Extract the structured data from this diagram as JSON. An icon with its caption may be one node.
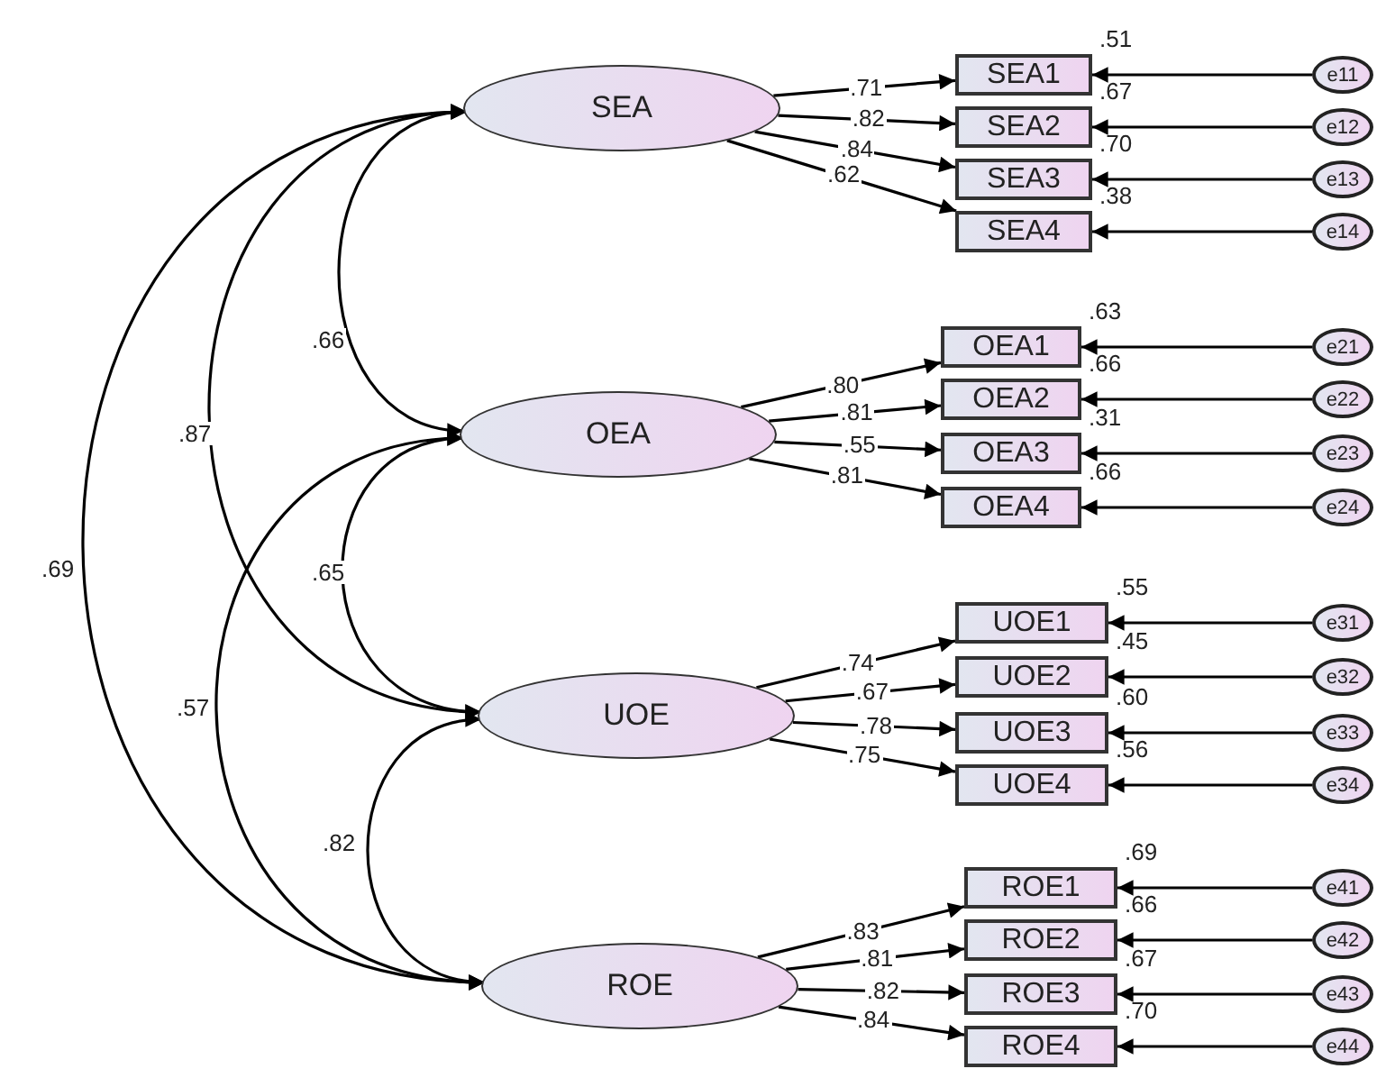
{
  "diagram": {
    "nodes": [
      {
        "text": [
          "SEA"
        ]
      },
      {
        "text": [
          "SEA1"
        ],
        "beside": [
          ".51"
        ]
      },
      {
        "text": [
          "SEA2"
        ],
        "beside": [
          ".67"
        ]
      },
      {
        "text": [
          "SEA3"
        ],
        "beside": [
          ".70"
        ]
      },
      {
        "text": [
          "SEA4"
        ],
        "beside": [
          ".38"
        ]
      },
      {
        "text": [
          "e11"
        ]
      },
      {
        "text": [
          "e12"
        ]
      },
      {
        "text": [
          "e13"
        ]
      },
      {
        "text": [
          "e14"
        ]
      },
      {
        "text": [
          "OEA"
        ]
      },
      {
        "text": [
          "OEA1"
        ],
        "beside": [
          ".63"
        ]
      },
      {
        "text": [
          "OEA2"
        ],
        "beside": [
          ".66"
        ]
      },
      {
        "text": [
          "OEA3"
        ],
        "beside": [
          ".31"
        ]
      },
      {
        "text": [
          "OEA4"
        ],
        "beside": [
          ".66"
        ]
      },
      {
        "text": [
          "e21"
        ]
      },
      {
        "text": [
          "e22"
        ]
      },
      {
        "text": [
          "e23"
        ]
      },
      {
        "text": [
          "e24"
        ]
      },
      {
        "text": [
          "UOE"
        ]
      },
      {
        "text": [
          "UOE1"
        ],
        "beside": [
          ".55"
        ]
      },
      {
        "text": [
          "UOE2"
        ],
        "beside": [
          ".45"
        ]
      },
      {
        "text": [
          "UOE3"
        ],
        "beside": [
          ".60"
        ]
      },
      {
        "text": [
          "UOE4"
        ],
        "beside": [
          ".56"
        ]
      },
      {
        "text": [
          "e31"
        ]
      },
      {
        "text": [
          "e32"
        ]
      },
      {
        "text": [
          "e33"
        ]
      },
      {
        "text": [
          "e34"
        ]
      },
      {
        "text": [
          "ROE"
        ]
      },
      {
        "text": [
          "ROE1"
        ],
        "beside": [
          ".69"
        ]
      },
      {
        "text": [
          "ROE2"
        ],
        "beside": [
          ".66"
        ]
      },
      {
        "text": [
          "ROE3"
        ],
        "beside": [
          ".67"
        ]
      },
      {
        "text": [
          "ROE4"
        ],
        "beside": [
          ".70"
        ]
      },
      {
        "text": [
          "e41"
        ]
      },
      {
        "text": [
          "e42"
        ]
      },
      {
        "text": [
          "e43"
        ]
      },
      {
        "text": [
          "e44"
        ]
      }
    ],
    "edges": [
      {
        "from": 0,
        "to": 1,
        "arrow": "to",
        "label": ".71"
      },
      {
        "from": 0,
        "to": 2,
        "arrow": "to",
        "label": ".82"
      },
      {
        "from": 0,
        "to": 3,
        "arrow": "to",
        "label": ".84"
      },
      {
        "from": 0,
        "to": 4,
        "arrow": "to",
        "label": ".62"
      },
      {
        "from": 5,
        "to": 1,
        "arrow": "to"
      },
      {
        "from": 6,
        "to": 2,
        "arrow": "to"
      },
      {
        "from": 7,
        "to": 3,
        "arrow": "to"
      },
      {
        "from": 8,
        "to": 4,
        "arrow": "to"
      },
      {
        "from": 9,
        "to": 10,
        "arrow": "to",
        "label": ".80"
      },
      {
        "from": 9,
        "to": 11,
        "arrow": "to",
        "label": ".81"
      },
      {
        "from": 9,
        "to": 12,
        "arrow": "to",
        "label": ".55"
      },
      {
        "from": 9,
        "to": 13,
        "arrow": "to",
        "label": ".81"
      },
      {
        "from": 14,
        "to": 10,
        "arrow": "to"
      },
      {
        "from": 15,
        "to": 11,
        "arrow": "to"
      },
      {
        "from": 16,
        "to": 12,
        "arrow": "to"
      },
      {
        "from": 17,
        "to": 13,
        "arrow": "to"
      },
      {
        "from": 18,
        "to": 19,
        "arrow": "to",
        "label": ".74"
      },
      {
        "from": 18,
        "to": 20,
        "arrow": "to",
        "label": ".67"
      },
      {
        "from": 18,
        "to": 21,
        "arrow": "to",
        "label": ".78"
      },
      {
        "from": 18,
        "to": 22,
        "arrow": "to",
        "label": ".75"
      },
      {
        "from": 23,
        "to": 19,
        "arrow": "to"
      },
      {
        "from": 24,
        "to": 20,
        "arrow": "to"
      },
      {
        "from": 25,
        "to": 21,
        "arrow": "to"
      },
      {
        "from": 26,
        "to": 22,
        "arrow": "to"
      },
      {
        "from": 27,
        "to": 28,
        "arrow": "to",
        "label": ".83"
      },
      {
        "from": 27,
        "to": 29,
        "arrow": "to",
        "label": ".81"
      },
      {
        "from": 27,
        "to": 30,
        "arrow": "to",
        "label": ".82"
      },
      {
        "from": 27,
        "to": 31,
        "arrow": "to",
        "label": ".84"
      },
      {
        "from": 32,
        "to": 28,
        "arrow": "to"
      },
      {
        "from": 33,
        "to": 29,
        "arrow": "to"
      },
      {
        "from": 34,
        "to": 30,
        "arrow": "to"
      },
      {
        "from": 35,
        "to": 31,
        "arrow": "to"
      },
      {
        "from": 0,
        "to": 9,
        "arrow": "both",
        "label": ".66"
      },
      {
        "from": 0,
        "to": 18,
        "arrow": "both",
        "label": ".87"
      },
      {
        "from": 0,
        "to": 27,
        "arrow": "both",
        "label": ".69"
      },
      {
        "from": 9,
        "to": 18,
        "arrow": "both",
        "label": ".65"
      },
      {
        "from": 9,
        "to": 27,
        "arrow": "both",
        "label": ".57"
      },
      {
        "from": 18,
        "to": 27,
        "arrow": "both",
        "label": ".82"
      }
    ]
  }
}
